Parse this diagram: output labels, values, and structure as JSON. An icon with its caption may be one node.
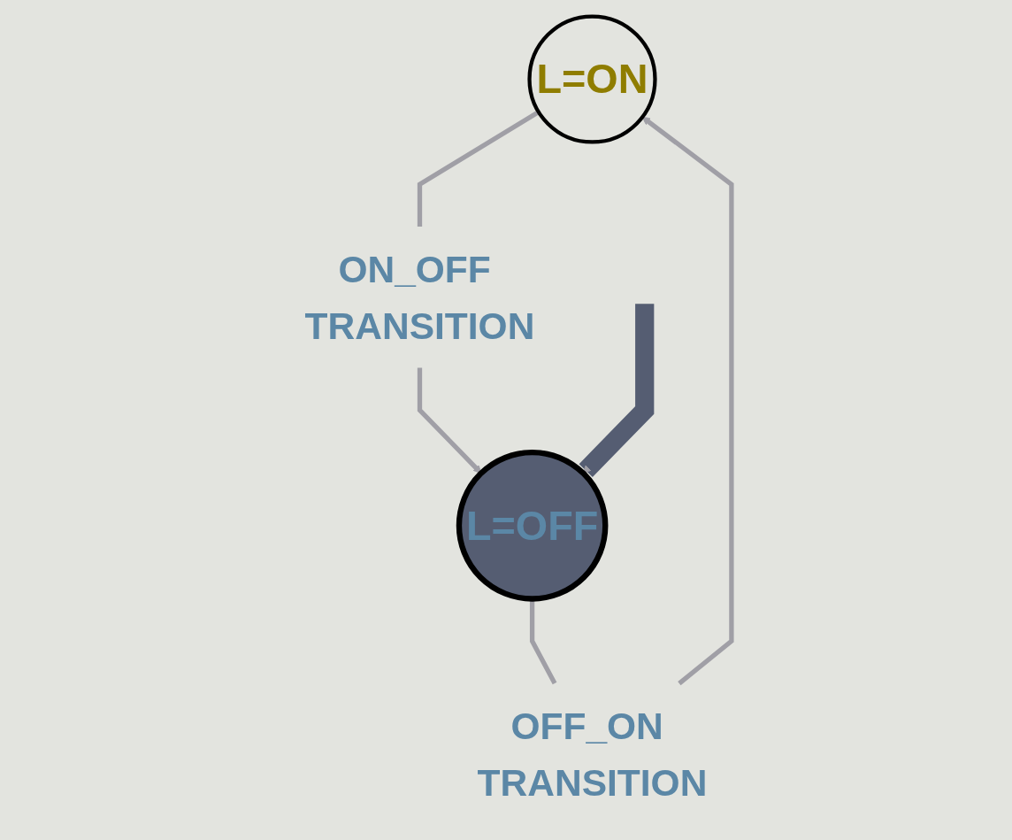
{
  "diagram": {
    "nodes": [
      {
        "text": [
          "L=ON"
        ]
      },
      {
        "text": [
          "OFF_ON TRANSITION"
        ]
      },
      {
        "text": [
          "ON_OFF TRANSITION"
        ]
      },
      {
        "text": [
          "L=OFF"
        ]
      }
    ],
    "edges": [
      {
        "from": 1,
        "to": 0,
        "arrow": "to"
      },
      {
        "from": 0,
        "to": 2,
        "arrow": "none"
      },
      {
        "from": 2,
        "to": 3,
        "arrow": "to"
      },
      {
        "from": 3,
        "to": 1,
        "arrow": "none"
      },
      {
        "from": null,
        "to": 3,
        "arrow": "to",
        "style": "thick",
        "color": "#555d72"
      }
    ]
  }
}
